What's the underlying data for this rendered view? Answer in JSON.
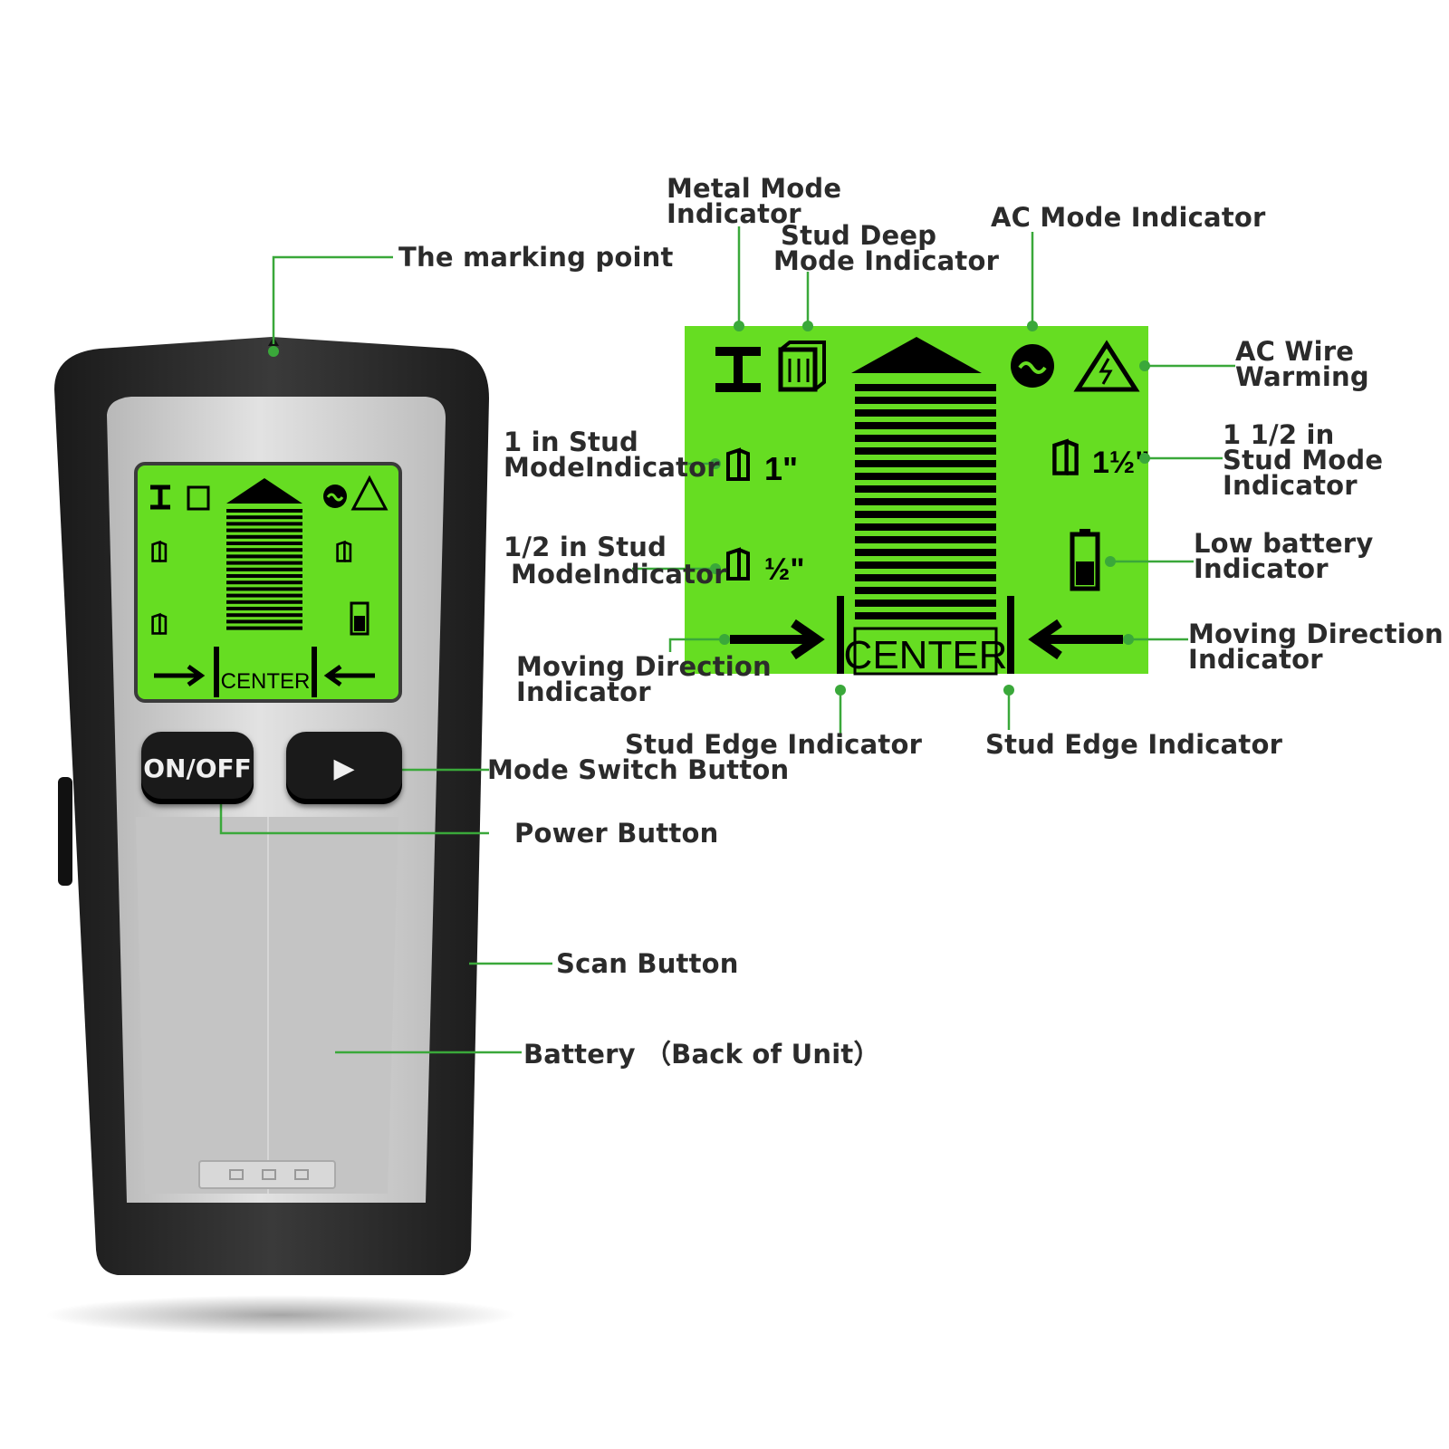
{
  "labels": {
    "marking_point": "The marking point",
    "metal_mode": [
      "Metal Mode",
      "Indicator"
    ],
    "stud_deep_mode": [
      "Stud Deep",
      "Mode Indicator"
    ],
    "ac_mode": "AC Mode Indicator",
    "ac_wire_warning": [
      "AC Wire",
      "Warming"
    ],
    "stud_1in": [
      "1 in Stud",
      "ModeIndicator"
    ],
    "stud_1_5in": [
      "1 1/2 in",
      "Stud Mode",
      "Indicator"
    ],
    "stud_half_in": [
      "1/2 in Stud",
      "ModeIndicator"
    ],
    "low_battery": [
      "Low battery",
      "Indicator"
    ],
    "moving_direction_left": [
      "Moving Direction",
      "Indicator"
    ],
    "moving_direction_right": [
      "Moving Direction",
      "Indicator"
    ],
    "stud_edge_left": "Stud Edge Indicator",
    "stud_edge_right": "Stud Edge Indicator",
    "mode_switch_button": "Mode Switch Button",
    "power_button": "Power Button",
    "scan_button": "Scan Button",
    "battery": "Battery （Back of Unit）"
  },
  "device": {
    "power_button_label": "ON/OFF",
    "mode_button_glyph": "▶"
  },
  "lcd": {
    "center_text": "CENTER",
    "stud_1in_text": "1\"",
    "stud_1_5in_text": "1½\"",
    "stud_half_text": "½\""
  },
  "colors": {
    "lcd_green": "#66dd22",
    "callout_green": "#3aa83a",
    "device_black": "#222222",
    "device_silver": "#c8c8c8"
  }
}
